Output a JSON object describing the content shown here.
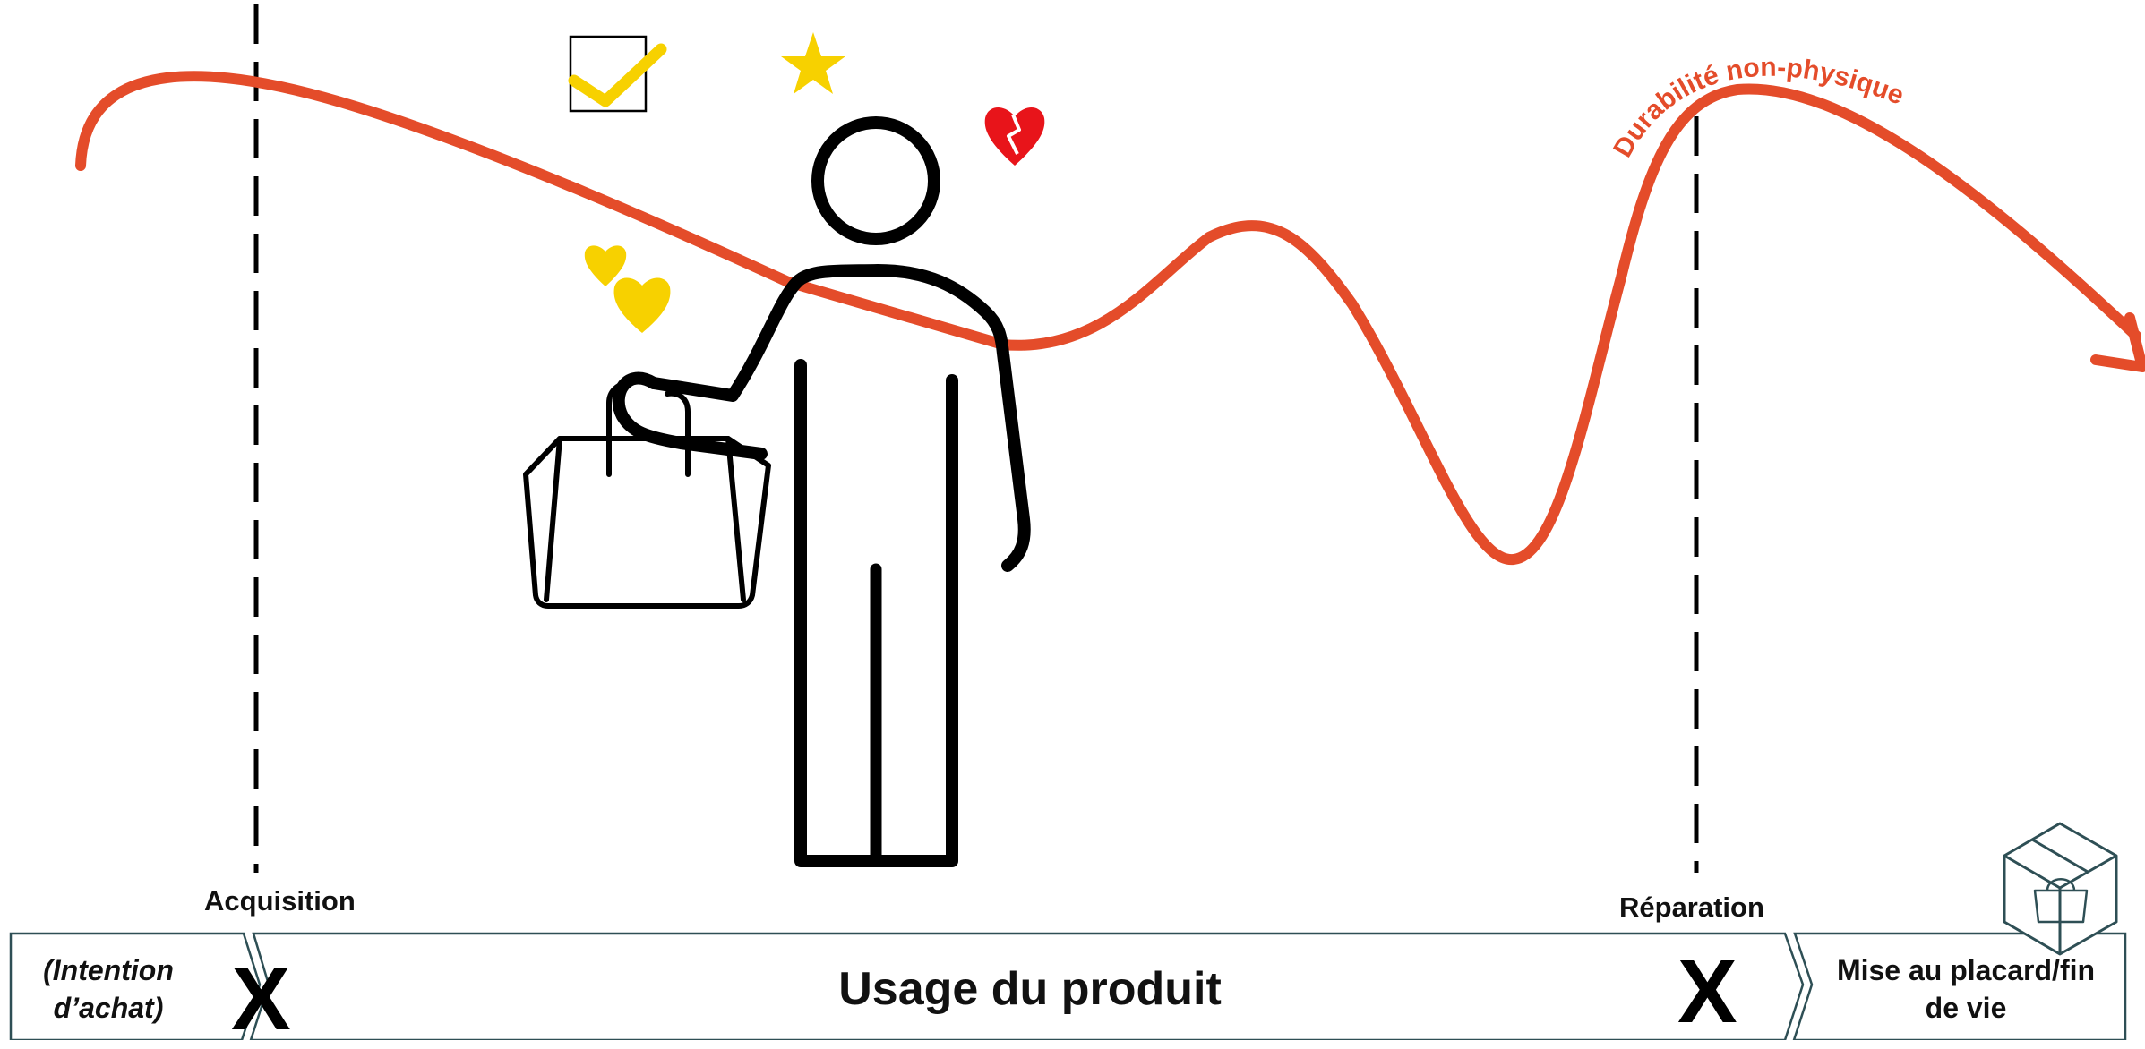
{
  "curve": {
    "label": "Durabilité non-physique",
    "color": "#E44C2A"
  },
  "milestones": {
    "acquisition": "Acquisition",
    "reparation": "Réparation"
  },
  "stages": {
    "intention_line1": "(Intention",
    "intention_line2": "d’achat)",
    "usage": "Usage du produit",
    "end_line1": "Mise au placard/fin",
    "end_line2": "de vie",
    "x_mark": "X"
  },
  "colors": {
    "curve": "#E44C2A",
    "stage_border": "#2E4F55",
    "gold": "#F7D100",
    "red_heart": "#E8141A",
    "figure": "#000000"
  },
  "icons": [
    "checkbox-check-icon",
    "star-icon",
    "broken-heart-icon",
    "hearts-icon",
    "person-with-bag-icon",
    "box-bag-icon"
  ]
}
